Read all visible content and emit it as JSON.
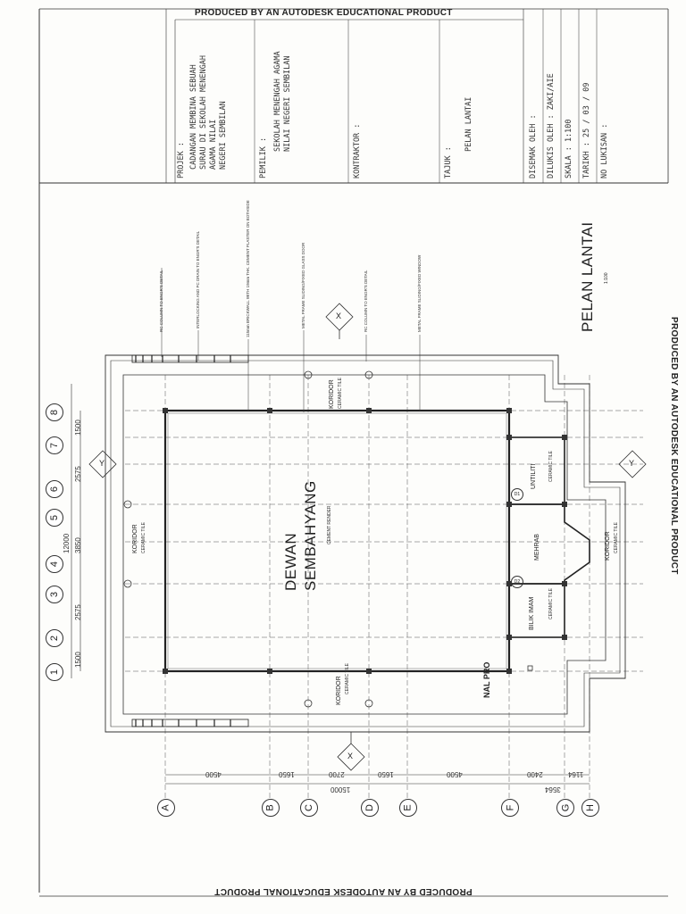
{
  "watermark": {
    "top": "PRODUCED BY AN AUTODESK EDUCATIONAL PRODUCT",
    "right": "PRODUCED BY AN AUTODESK EDUCATIONAL PRODUCT",
    "bottom": "PRODUCED BY AN AUTODESK EDUCATIONAL PRODUCT"
  },
  "title_block": {
    "projek_label": "PROJEK :",
    "projek_lines": [
      "CADANGAN MEMBINA SEBUAH",
      "SURAU DI SEKOLAH MENENGAH",
      "AGAMA NILAI",
      "NEGERI SEMBILAN"
    ],
    "pemilik_label": "PEMILIK :",
    "pemilik_lines": [
      "SEKOLAH MENENGAH AGAMA",
      "NILAI NEGERI SEMBILAN"
    ],
    "kontraktor_label": "KONTRAKTOR :",
    "tajuk_label": "TAJUK :",
    "tajuk_value": "PELAN LANTAI",
    "disemak": "DISEMAK OLEH :",
    "dilukis": "DILUKIS OLEH : ZAKI/AIE",
    "skala": "SKALA : 1:100",
    "tarikh": "TARIKH : 25 / 03 / 09",
    "no_lukisan": "NO LUKISAN :"
  },
  "plan": {
    "title": "PELAN LANTAI",
    "scale": "1:100",
    "column_grid": [
      "1",
      "2",
      "3",
      "4",
      "5",
      "6",
      "7",
      "8"
    ],
    "row_grid": [
      "A",
      "B",
      "C",
      "D",
      "E",
      "F",
      "G",
      "H"
    ],
    "dims_top": [
      "1500",
      "2575",
      "3850",
      "2575",
      "1500"
    ],
    "dim_total_top": "12000",
    "dims_left": [
      "4500",
      "1650",
      "2700",
      "1650",
      "4500",
      "2400",
      "1164"
    ],
    "dim_total_left": "15000",
    "dim_g": "3564",
    "section_marker": "X",
    "section_marker_y": "Y",
    "rooms": {
      "main_1": "DEWAN",
      "main_2": "SEMBAHYANG",
      "main_finish": "CEMENT\nRENDER",
      "koridor": "KORIDOR",
      "ceramic": "CERAMIC TILE",
      "mehrab": "MEHRAB",
      "utiliti": "UNTILITI",
      "bilik_imam": "BILIK IMAM",
      "nal_pro": "NAL PRO"
    },
    "notes": [
      "RC COLUMN TO ENGR'S DETAIL",
      "INTERLOCKING AND PC DRAIN TO ENGR'S DETAIL",
      "115mm BRICKWALL WITH 19mm THK. CEMENT PLASTER ON BOTHSIDE",
      "METAL FRAME SLIDING/FIXED GLASS DOOR",
      "RC COLUMN TO ENGR'S DETAIL",
      "METAL FRAME SLIDING/FIXED WINDOW"
    ],
    "door_tags": [
      "D1",
      "D2"
    ]
  }
}
